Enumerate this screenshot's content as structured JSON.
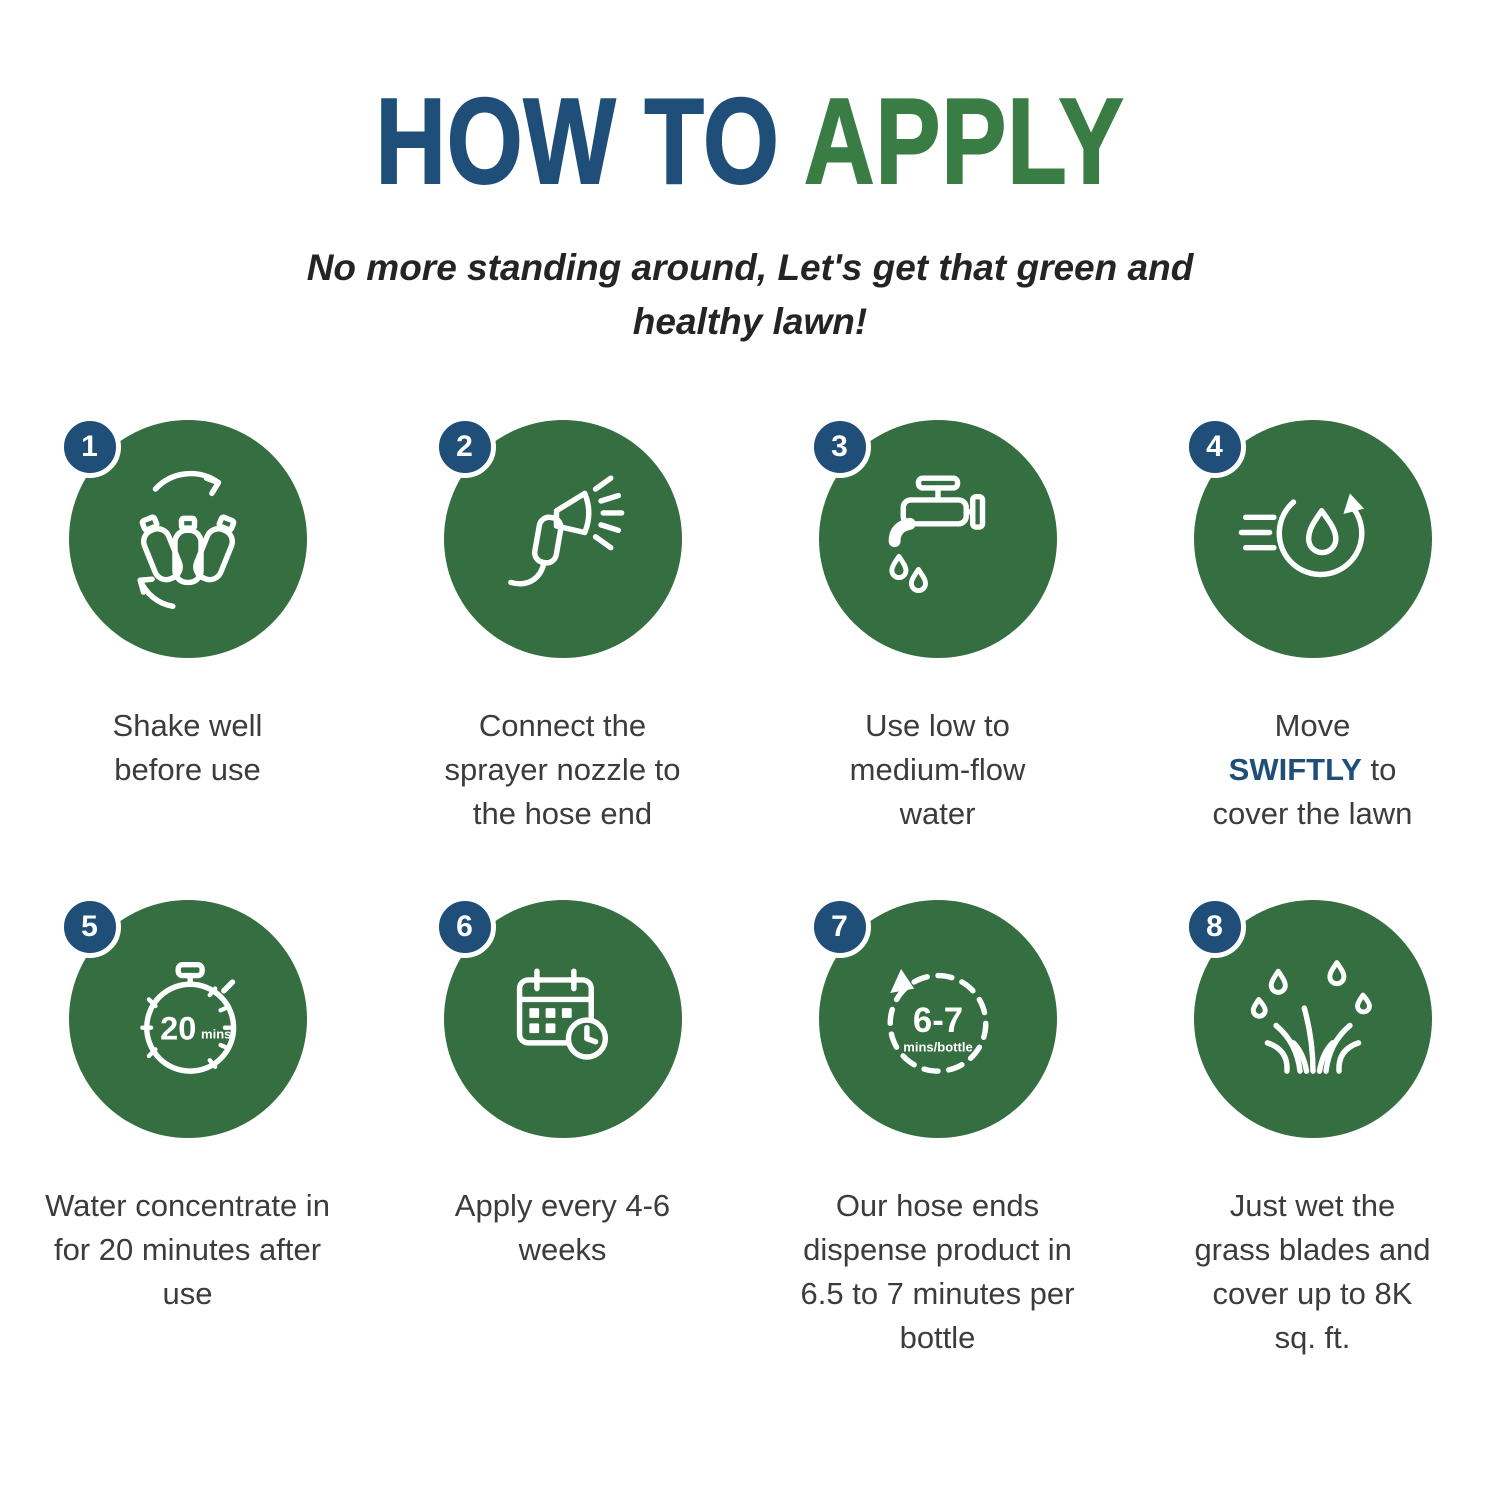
{
  "title": {
    "part1": "HOW TO",
    "part2": "APPLY"
  },
  "subtitle": "No more standing around, Let's get that green and healthy lawn!",
  "colors": {
    "heading_blue": "#1f4e79",
    "heading_green": "#3a7d44",
    "circle_green": "#356e41",
    "badge_blue": "#1f4e79"
  },
  "steps": [
    {
      "num": "1",
      "icon": "shake-bottles-icon",
      "caption": "Shake well before use"
    },
    {
      "num": "2",
      "icon": "sprayer-nozzle-icon",
      "caption": "Connect the sprayer nozzle to the hose end"
    },
    {
      "num": "3",
      "icon": "faucet-icon",
      "caption": "Use low to medium-flow water"
    },
    {
      "num": "4",
      "icon": "swift-water-icon",
      "caption_prefix": "Move ",
      "caption_emphasis": "SWIFTLY",
      "caption_suffix": " to cover the lawn"
    },
    {
      "num": "5",
      "icon": "stopwatch-icon",
      "icon_text": "20",
      "icon_text_small": "mins",
      "caption": "Water concentrate in for 20 minutes after use"
    },
    {
      "num": "6",
      "icon": "calendar-clock-icon",
      "caption": "Apply every 4-6 weeks"
    },
    {
      "num": "7",
      "icon": "timer-icon",
      "icon_text": "6-7",
      "icon_text_small": "mins/bottle",
      "caption": "Our hose ends dispense product in 6.5 to 7 minutes per bottle"
    },
    {
      "num": "8",
      "icon": "grass-drops-icon",
      "caption": "Just wet the grass blades and cover up to 8K sq. ft."
    }
  ]
}
